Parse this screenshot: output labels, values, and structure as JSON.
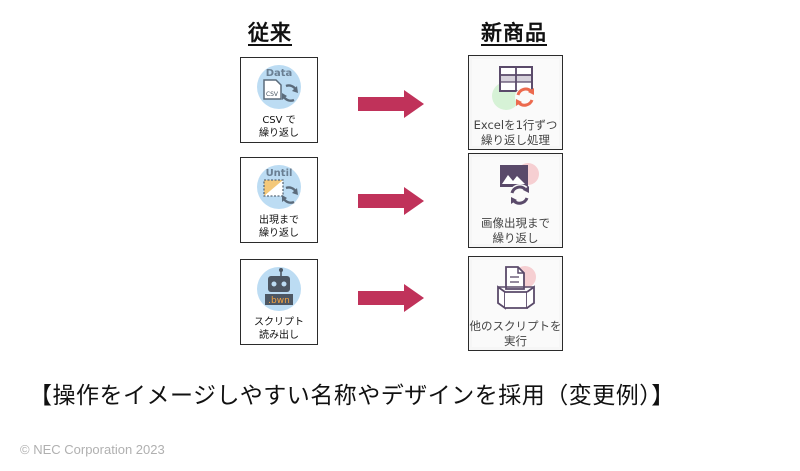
{
  "headings": {
    "old": "従来",
    "new": "新商品"
  },
  "rows": [
    {
      "old": {
        "icon": "data-csv-loop-icon",
        "badge": "Data",
        "sub": "CSV",
        "label": [
          "CSV で",
          "繰り返し"
        ]
      },
      "new": {
        "icon": "excel-table-loop-icon",
        "label": [
          "Excelを1行ずつ",
          "繰り返し処理"
        ]
      }
    },
    {
      "old": {
        "icon": "until-image-loop-icon",
        "badge": "Until",
        "label": [
          "出現まで",
          "繰り返し"
        ]
      },
      "new": {
        "icon": "image-appear-loop-icon",
        "label": [
          "画像出現まで",
          "繰り返し"
        ]
      }
    },
    {
      "old": {
        "icon": "robot-bwn-script-icon",
        "badge": ".bwn",
        "label": [
          "スクリプト",
          "読み出し"
        ]
      },
      "new": {
        "icon": "run-other-script-icon",
        "label": [
          "他のスクリプトを",
          "実行"
        ]
      }
    }
  ],
  "arrow_color": "#c0325a",
  "caption": "【操作をイメージしやすい名称やデザインを採用（変更例）】",
  "copyright": "© NEC Corporation 2023"
}
